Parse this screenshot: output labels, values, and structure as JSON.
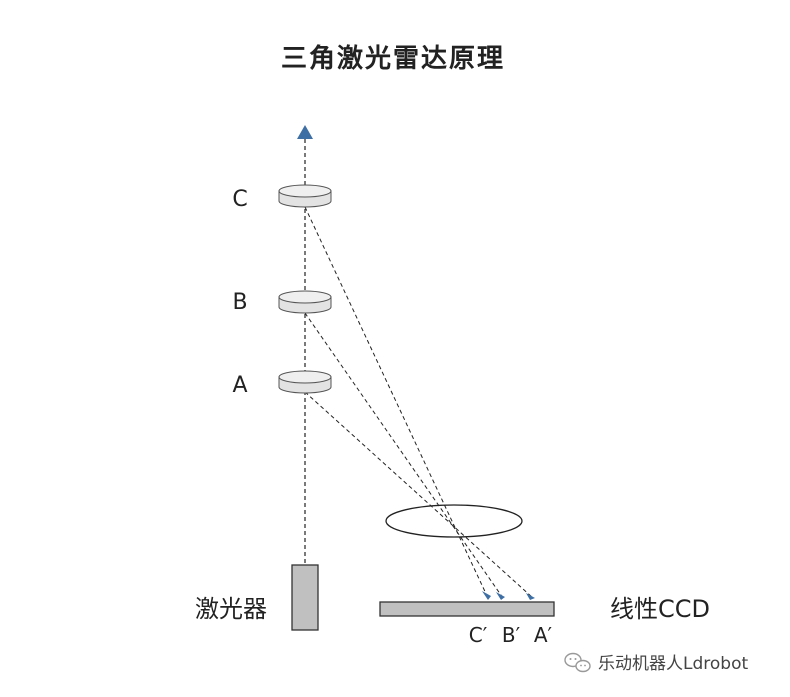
{
  "title": "三角激光雷达原理",
  "objects": {
    "c": "C",
    "b": "B",
    "a": "A"
  },
  "laser_label": "激光器",
  "ccd_label": "线性CCD",
  "image_points": {
    "c": "C′",
    "b": "B′",
    "a": "A′"
  },
  "watermark": {
    "text": "乐动机器人Ldrobot",
    "icon": "wechat-icon"
  },
  "colors": {
    "arrow_blue": "#3d6fa5",
    "device_gray": "#c0c0c0",
    "disc_gray": "#e3e3e3",
    "line": "#222222"
  }
}
